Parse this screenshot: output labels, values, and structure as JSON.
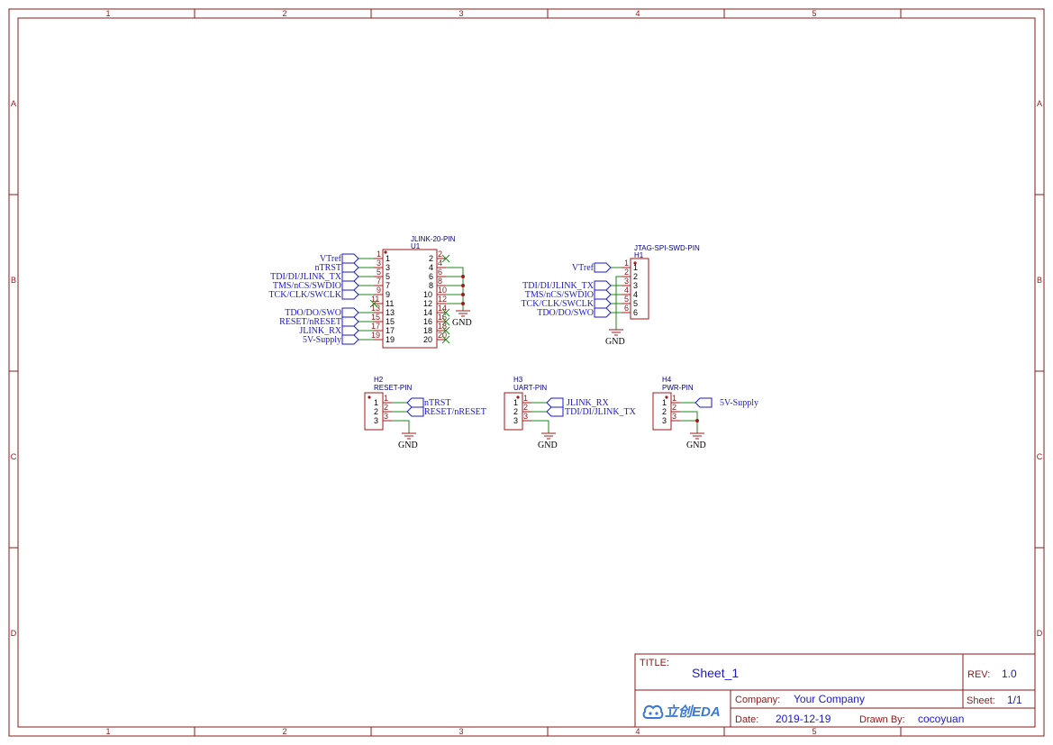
{
  "frame": {
    "col_labels": [
      "1",
      "2",
      "3",
      "4",
      "5"
    ],
    "row_labels": [
      "A",
      "B",
      "C",
      "D"
    ]
  },
  "u1": {
    "ref": "U1",
    "name": "JLINK-20-PIN",
    "left_pins": [
      "1",
      "3",
      "5",
      "7",
      "9",
      "11",
      "13",
      "15",
      "17",
      "19"
    ],
    "right_pins": [
      "2",
      "4",
      "6",
      "8",
      "10",
      "12",
      "14",
      "16",
      "18",
      "20"
    ],
    "nets": [
      "VTref",
      "nTRST",
      "TDI/DI/JLINK_TX",
      "TMS/nCS/SWDIO",
      "TCK/CLK/SWCLK",
      "TDO/DO/SWO",
      "RESET/nRESET",
      "JLINK_RX",
      "5V-Supply"
    ],
    "gnd": "GND"
  },
  "h1": {
    "ref": "H1",
    "name": "JTAG-SPI-SWD-PIN",
    "pins": [
      "1",
      "2",
      "3",
      "4",
      "5",
      "6"
    ],
    "nets": [
      "VTref",
      "TDI/DI/JLINK_TX",
      "TMS/nCS/SWDIO",
      "TCK/CLK/SWCLK",
      "TDO/DO/SWO"
    ],
    "gnd": "GND"
  },
  "h2": {
    "ref": "H2",
    "name": "RESET-PIN",
    "pins": [
      "1",
      "2",
      "3"
    ],
    "nets": [
      "nTRST",
      "RESET/nRESET"
    ],
    "gnd": "GND"
  },
  "h3": {
    "ref": "H3",
    "name": "UART-PIN",
    "pins": [
      "1",
      "2",
      "3"
    ],
    "nets": [
      "JLINK_RX",
      "TDI/DI/JLINK_TX"
    ],
    "gnd": "GND"
  },
  "h4": {
    "ref": "H4",
    "name": "PWR-PIN",
    "pins": [
      "1",
      "2",
      "3"
    ],
    "nets": [
      "5V-Supply"
    ],
    "gnd": "GND"
  },
  "title_block": {
    "title_label": "TITLE:",
    "title": "Sheet_1",
    "rev_label": "REV:",
    "rev": "1.0",
    "company_label": "Company:",
    "company": "Your Company",
    "sheet_label": "Sheet:",
    "sheet": "1/1",
    "date_label": "Date:",
    "date": "2019-12-19",
    "drawn_label": "Drawn By:",
    "drawn": "cocoyuan",
    "logo_text": "立创EDA"
  },
  "colors": {
    "frame": "#8b1a1a",
    "wire": "#1a8a1a",
    "net": "#1a1acc",
    "body": "#a01818"
  }
}
